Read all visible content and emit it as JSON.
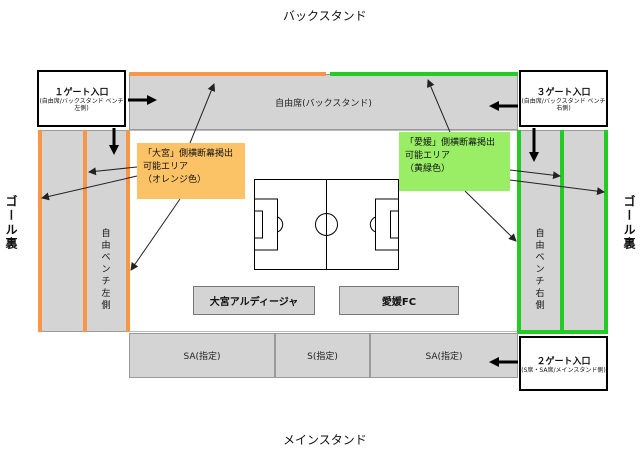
{
  "labels": {
    "back_stand": "バックスタンド",
    "main_stand": "メインスタンド",
    "goal_left": "ゴール裏",
    "goal_right": "ゴール裏"
  },
  "stands": {
    "back_free": "自由席(バックスタンド)",
    "bench_left": "自由ベンチ左側",
    "bench_right": "自由ベンチ右側",
    "sa_left": "SA(指定)",
    "s_center": "S(指定)",
    "sa_right": "SA(指定)"
  },
  "gates": [
    {
      "title": "１ゲート入口",
      "sub": "(自由席/バックスタンド ベンチ左側)"
    },
    {
      "title": "３ゲート入口",
      "sub": "(自由席/バックスタンド ベンチ右側)"
    },
    {
      "title": "２ゲート入口",
      "sub": "(S席・SA席/メインスタンド側)"
    }
  ],
  "teams": {
    "home": "大宮アルディージャ",
    "away": "愛媛FC"
  },
  "notes": {
    "omiya": "「大宮」側横断幕掲出\n可能エリア\n（オレンジ色）",
    "ehime": "「愛媛」側横断幕掲出\n可能エリア\n（黄緑色）"
  },
  "colors": {
    "orange": "#f79646",
    "green": "#22cc22",
    "note_orange": "#fbc266",
    "note_green": "#99ee66",
    "stand_gray": "#d4d4d4"
  }
}
